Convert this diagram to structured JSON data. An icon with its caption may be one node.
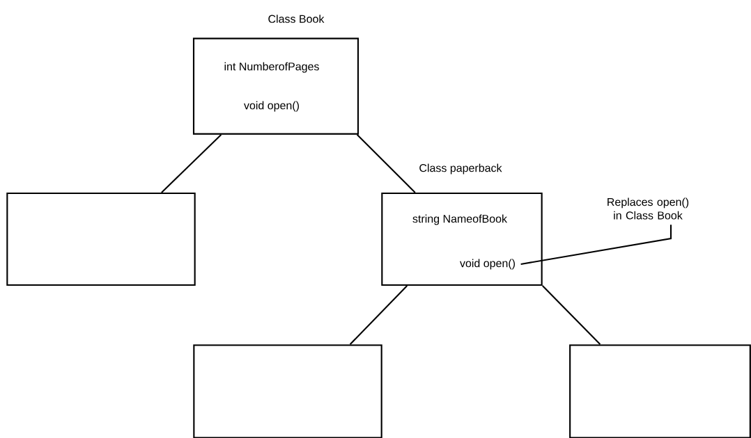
{
  "diagram": {
    "nodes": [
      {
        "text": [
          "Class Book",
          "int NumberofPages",
          "void open()"
        ]
      },
      {
        "text": [],
        "shape": "box"
      },
      {
        "text": [
          "Class paperback",
          "string NameofBook",
          "void open()"
        ]
      },
      {
        "text": [],
        "shape": "box"
      },
      {
        "text": [],
        "shape": "box"
      },
      {
        "text": [
          "Replaces open() in Class Book"
        ]
      }
    ],
    "edges": [
      {
        "from": 0,
        "to": 1,
        "arrow": "none"
      },
      {
        "from": 0,
        "to": 2,
        "arrow": "none"
      },
      {
        "from": 2,
        "to": 3,
        "arrow": "none"
      },
      {
        "from": 2,
        "to": 4,
        "arrow": "none"
      },
      {
        "from": 5,
        "to": 2,
        "arrow": "none"
      }
    ]
  }
}
